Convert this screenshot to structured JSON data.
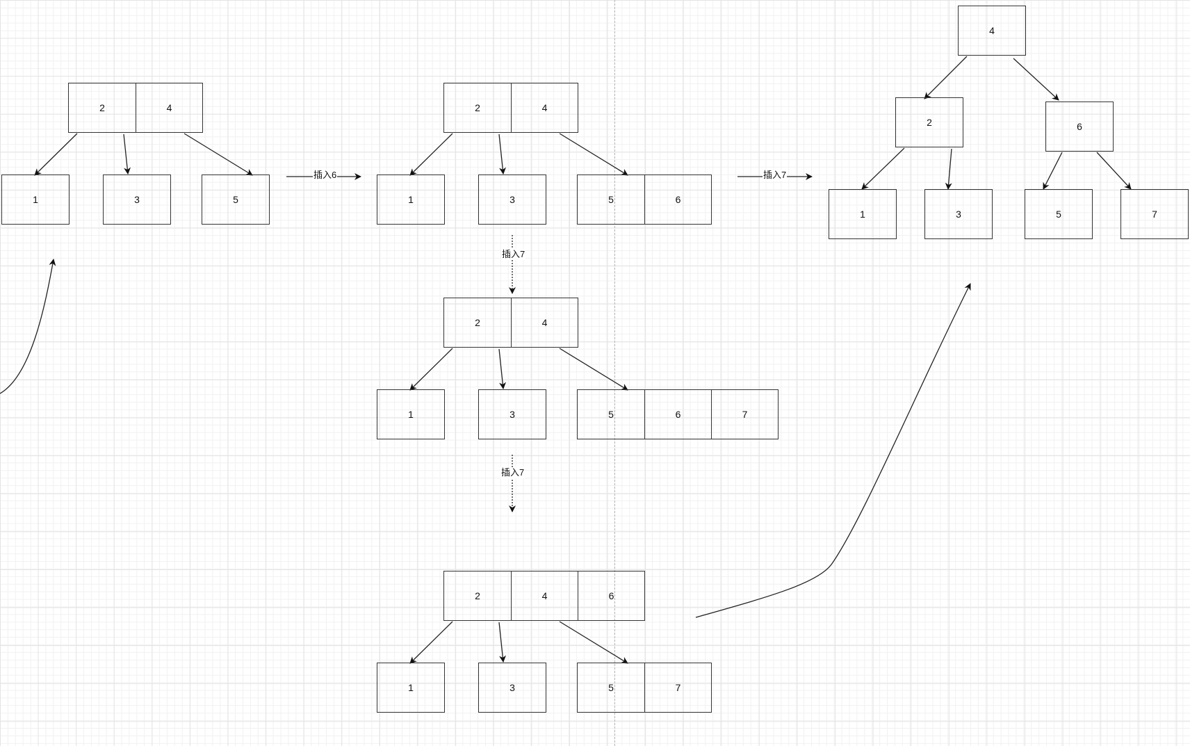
{
  "diagram": {
    "nodes": {
      "t1_root": [
        "2",
        "4"
      ],
      "t1_c1": [
        "1"
      ],
      "t1_c2": [
        "3"
      ],
      "t1_c3": [
        "5"
      ],
      "t2_root": [
        "2",
        "4"
      ],
      "t2_c1": [
        "1"
      ],
      "t2_c2": [
        "3"
      ],
      "t2_c3": [
        "5",
        "6"
      ],
      "t3_root": [
        "2",
        "4"
      ],
      "t3_c1": [
        "1"
      ],
      "t3_c2": [
        "3"
      ],
      "t3_c3": [
        "5",
        "6",
        "7"
      ],
      "t4_root": [
        "2",
        "4",
        "6"
      ],
      "t4_c1": [
        "1"
      ],
      "t4_c2": [
        "3"
      ],
      "t4_c3": [
        "5",
        "7"
      ],
      "t5_root": [
        "4"
      ],
      "t5_n2": [
        "2"
      ],
      "t5_n6": [
        "6"
      ],
      "t5_c1": [
        "1"
      ],
      "t5_c3": [
        "3"
      ],
      "t5_c5": [
        "5"
      ],
      "t5_c7": [
        "7"
      ]
    },
    "labels": {
      "insert6": "插入6",
      "insert7_right": "插入7",
      "insert7_down1": "插入7",
      "insert7_down2": "插入7"
    }
  }
}
